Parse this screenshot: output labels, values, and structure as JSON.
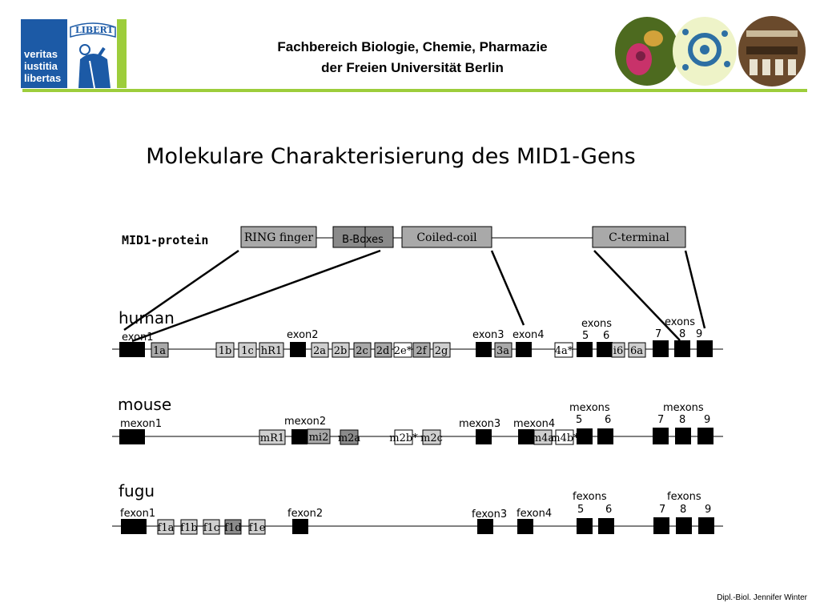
{
  "header": {
    "logo_text": [
      "veritas",
      "iustitia",
      "libertas"
    ],
    "logo_banner": "LIBERT",
    "line1": "Fachbereich Biologie, Chemie, Pharmazie",
    "line2": "der Freien Universität Berlin"
  },
  "title": "Molekulare Charakterisierung des MID1-Gens",
  "protein": {
    "label": "MID1-protein",
    "domains": [
      {
        "label": "RING  finger",
        "color": "#a9a9a9"
      },
      {
        "label": "B-Boxes",
        "color": "#8a8a8a"
      },
      {
        "label": "Coiled-coil",
        "color": "#a9a9a9"
      },
      {
        "label": "C-terminal",
        "color": "#a9a9a9"
      }
    ]
  },
  "organisms": {
    "human": {
      "name": "human",
      "labels": [
        "exon1",
        "exon2",
        "exon3",
        "exon4",
        "exons",
        "5",
        "6",
        "exons",
        "7",
        "8",
        "9"
      ],
      "boxes": [
        "1a",
        "1b",
        "1c",
        "hR1",
        "2a",
        "2b",
        "2c",
        "2d",
        "2e*",
        "2f",
        "2g",
        "3a",
        "4a*",
        "i6",
        "6a"
      ]
    },
    "mouse": {
      "name": "mouse",
      "labels": [
        "mexon1",
        "mexon2",
        "mexon3",
        "mexon4",
        "mexons",
        "5",
        "6",
        "mexons",
        "7",
        "8",
        "9"
      ],
      "boxes": [
        "mR1",
        "mi2",
        "m2a",
        "m2b*",
        "m2c",
        "m4a",
        "m4b*"
      ]
    },
    "fugu": {
      "name": "fugu",
      "labels": [
        "fexon1",
        "fexon2",
        "fexon3",
        "fexon4",
        "fexons",
        "5",
        "6",
        "fexons",
        "7",
        "8",
        "9"
      ],
      "boxes": [
        "f1a",
        "f1b",
        "f1c",
        "f1d",
        "f1e"
      ]
    }
  },
  "footer": "Dipl.-Biol. Jennifer Winter",
  "colors": {
    "accent_green": "#9dcd3b",
    "logo_blue": "#1c5aa6",
    "exon_black": "#000000",
    "box_gray": "#cfcfcf",
    "box_dark": "#8a8a8a"
  }
}
